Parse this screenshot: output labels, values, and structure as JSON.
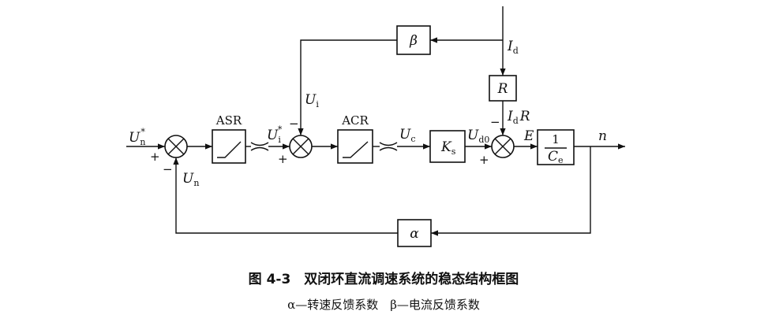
{
  "diagram": {
    "blocks": {
      "asr": "ASR",
      "acr": "ACR",
      "ks": "K",
      "ks_sub": "s",
      "beta": "β",
      "alpha": "α",
      "r": "R",
      "ce_num": "1",
      "ce": "C",
      "ce_sub": "e"
    },
    "signals": {
      "un_star": "U",
      "un_star_sub": "n",
      "un_star_sup": "*",
      "un": "U",
      "un_sub": "n",
      "ui_star": "U",
      "ui_star_sub": "i",
      "ui_star_sup": "*",
      "ui": "U",
      "ui_sub": "i",
      "uc": "U",
      "uc_sub": "c",
      "ud0": "U",
      "ud0_sub": "d0",
      "id": "I",
      "id_sub": "d",
      "idr": "I",
      "idr_sub": "d",
      "idr_tail": "R",
      "e": "E",
      "n": "n"
    },
    "signs": {
      "s1_plus": "+",
      "s1_minus": "−",
      "s2_plus": "+",
      "s2_minus": "−",
      "s3_plus": "+",
      "s3_minus": "−"
    }
  },
  "caption": {
    "title": "图 4-3　双闭环直流调速系统的稳态结构框图",
    "legend": "α—转速反馈系数　β—电流反馈系数"
  }
}
